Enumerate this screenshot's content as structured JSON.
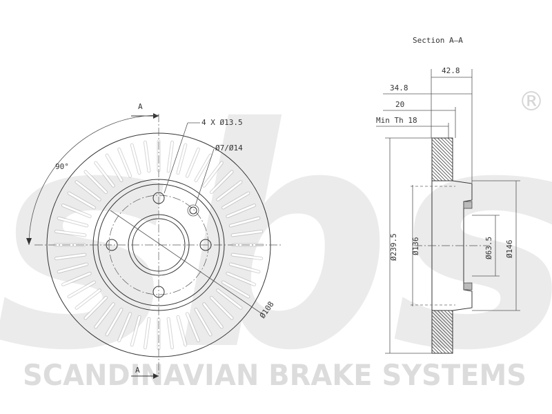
{
  "watermark": {
    "logo_text": "sbs",
    "registered_mark": "®",
    "company_name": "SCANDINAVIAN BRAKE SYSTEMS",
    "color": "#e6e6e6"
  },
  "front_view": {
    "section_marker_top": "A",
    "section_marker_bottom": "A",
    "bolt_holes_label": "4 X Ø13.5",
    "small_hole_label": "Ø7/Ø14",
    "angle_label": "90°",
    "bolt_circle_label": "Ø108"
  },
  "section_view": {
    "title": "Section A–A",
    "dim_overall_thickness": "42.8",
    "dim_hat_depth": "34.8",
    "dim_disc_thickness": "20",
    "dim_min_thickness": "Min Th 18",
    "dim_outer_diameter": "Ø239.5",
    "dim_friction_inner_diameter": "Ø136",
    "dim_center_bore": "Ø63.5",
    "dim_hat_diameter": "Ø146"
  }
}
